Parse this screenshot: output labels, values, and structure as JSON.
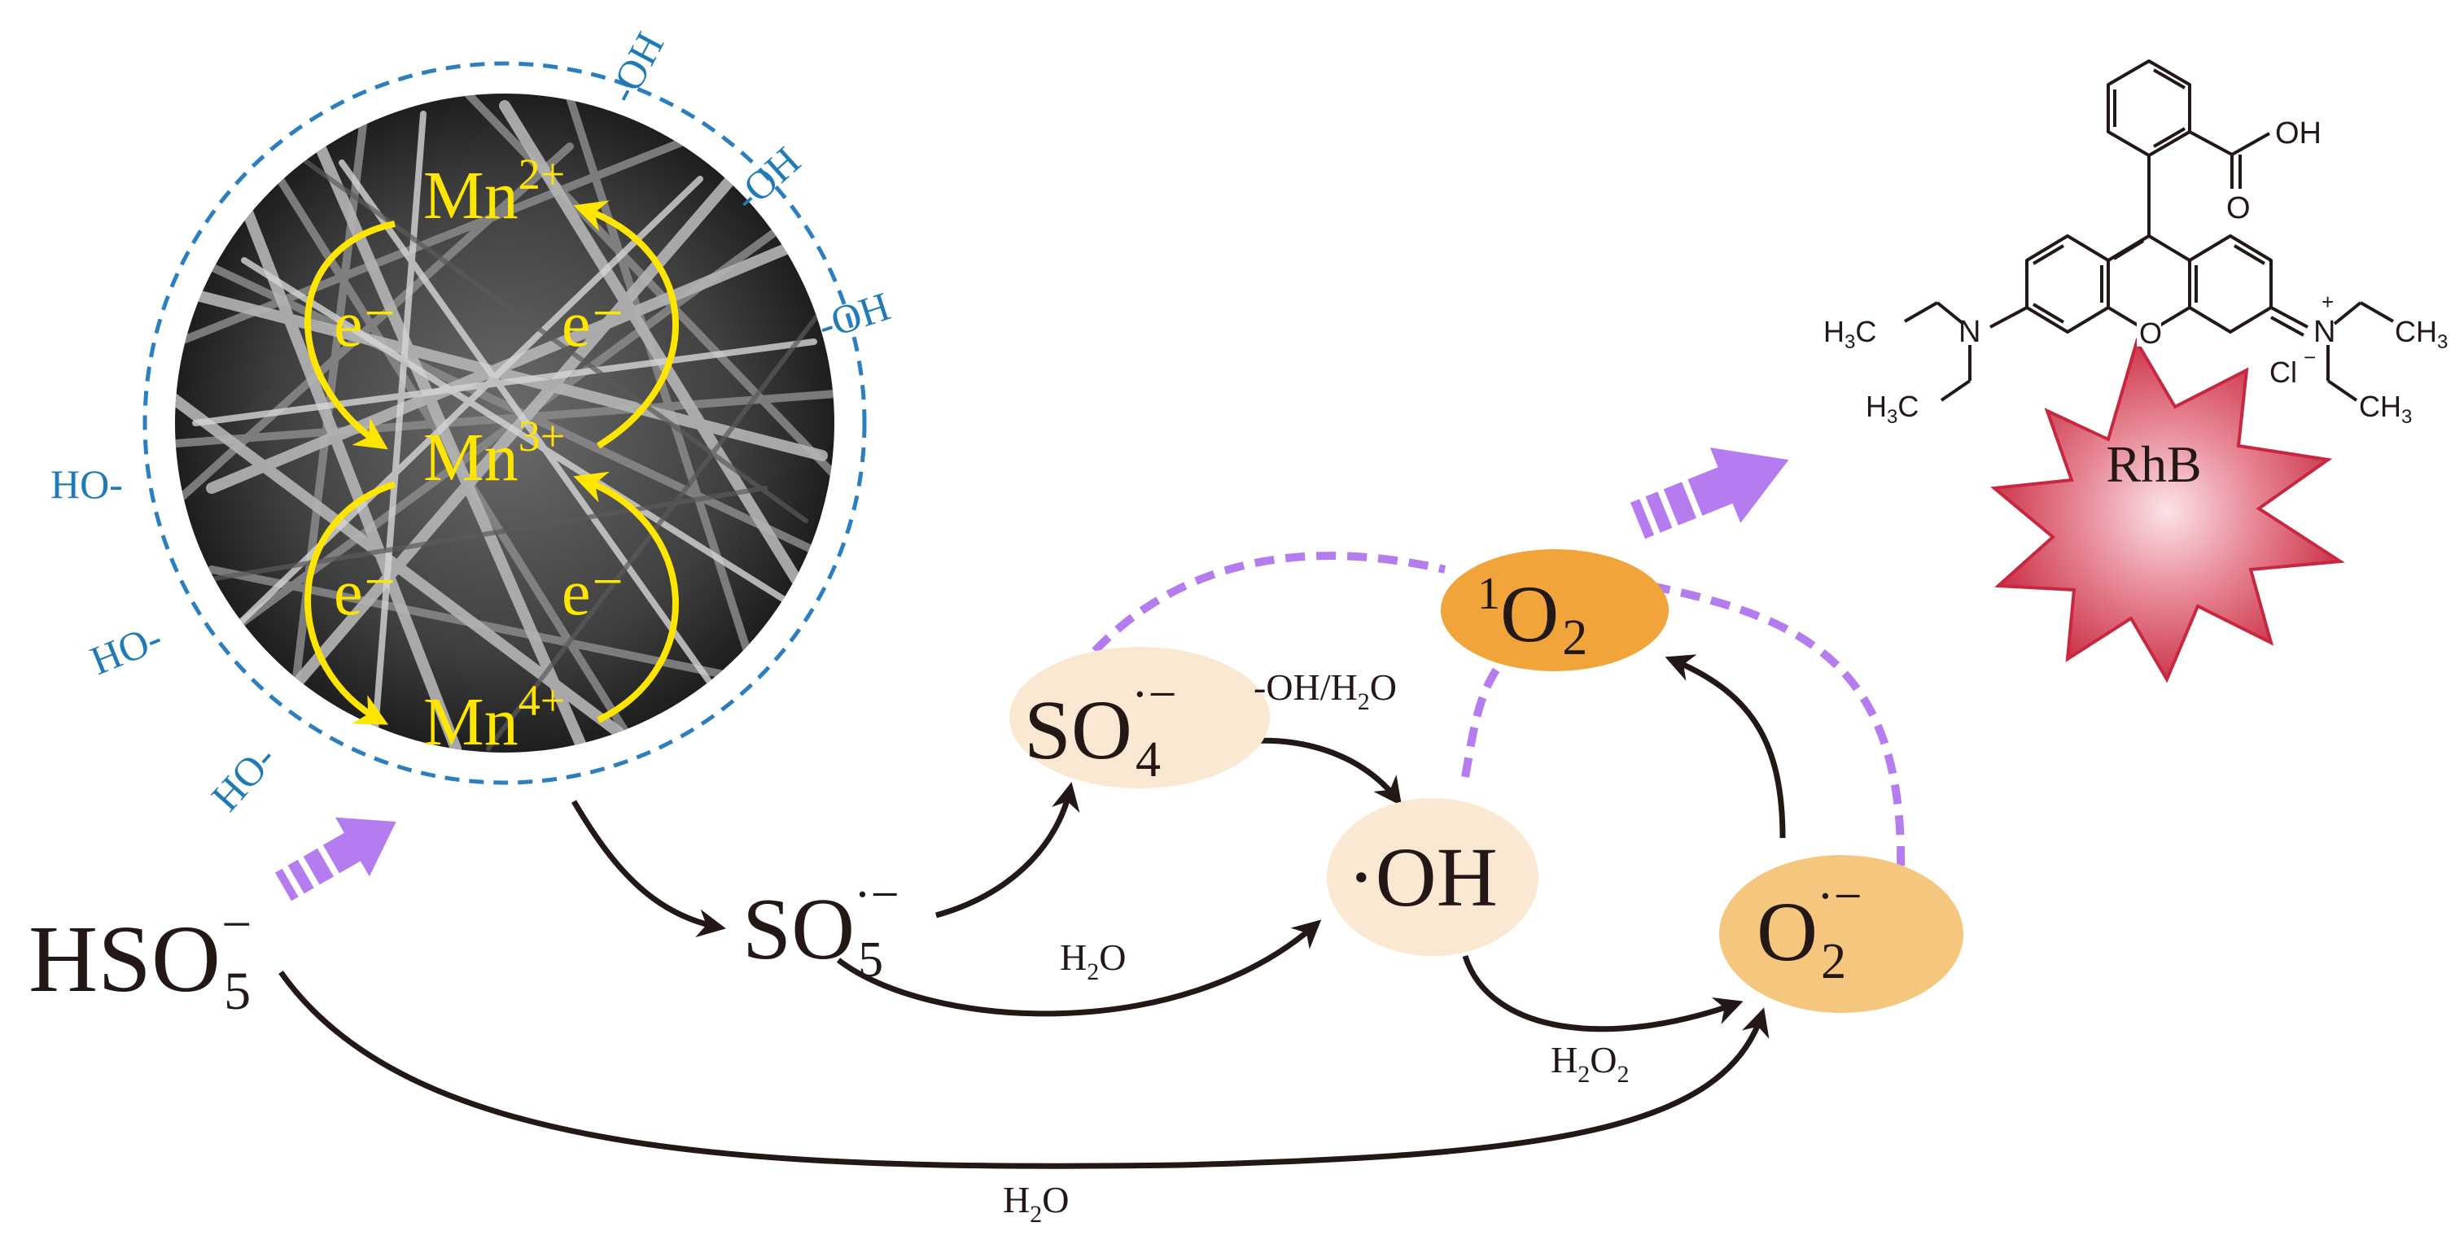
{
  "colors": {
    "hydroxyl_blue": "#1f7ab5",
    "dashed_circle": "#2b7fc0",
    "yellow_label": "#ffe600",
    "purple_arrow": "#b57cf0",
    "black_arrow": "#231815",
    "light_ellipse": "#fbe8d2",
    "orange_ellipse": "#f0a43a",
    "tan_ellipse": "#f4c67e",
    "starburst": "#c8283f"
  },
  "catalyst": {
    "image_desc_icon": "sem-nanowire-image",
    "hydroxyl_labels": {
      "right_top": "-OH",
      "right_mid": "-OH",
      "right_low": "-OH",
      "left_top": "HO-",
      "left_mid": "HO-",
      "left_low": "HO-"
    },
    "mn_species": {
      "mn2": {
        "base": "Mn",
        "charge": "2+"
      },
      "mn3": {
        "base": "Mn",
        "charge": "3+"
      },
      "mn4": {
        "base": "Mn",
        "charge": "4+"
      }
    },
    "electron": "e⁻"
  },
  "species": {
    "hso5": {
      "base": "HSO",
      "sub": "5",
      "sup": "−"
    },
    "so5": {
      "base": "SO",
      "sub": "5",
      "sup": "·−"
    },
    "so4": {
      "base": "SO",
      "sub": "4",
      "sup": "·−"
    },
    "oh": {
      "label": "·OH"
    },
    "singlet_o2": {
      "pre": "1",
      "base": "O",
      "sub": "2"
    },
    "superoxide": {
      "base": "O",
      "sub": "2",
      "sup": "·−"
    }
  },
  "reaction_labels": {
    "so4_to_oh": {
      "a": "-OH/H",
      "b": "2",
      "c": "O"
    },
    "so5_to_oh": {
      "a": "H",
      "b": "2",
      "c": "O"
    },
    "oh_to_o2": {
      "a": "H",
      "b": "2",
      "c": "O",
      "d": "2"
    },
    "hso5_to_o2": {
      "a": "H",
      "b": "2",
      "c": "O"
    }
  },
  "rhb": {
    "label": "RhB",
    "structure_labels": {
      "oh": "OH",
      "carbonyl_o": "O",
      "ring_o": "O",
      "n_left": "N",
      "n_right": "N",
      "n_right_charge": "+",
      "chloride": "Cl",
      "chloride_charge": "−",
      "h3c_top": {
        "a": "H",
        "b": "3",
        "c": "C"
      },
      "h3c_bottom": {
        "a": "H",
        "b": "3",
        "c": "C"
      },
      "ch3_top": {
        "a": "CH",
        "b": "3"
      },
      "ch3_bottom": {
        "a": "CH",
        "b": "3"
      }
    }
  }
}
